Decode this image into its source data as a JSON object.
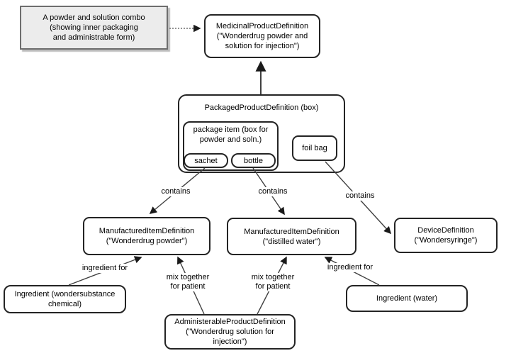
{
  "diagram": {
    "note": {
      "lines": [
        "A powder and solution combo",
        "(showing inner packaging",
        "and administrable form)"
      ]
    },
    "nodes": {
      "medicinal": {
        "lines": [
          "MedicinalProductDefinition",
          "(\"Wonderdrug powder and",
          "solution for injection\")"
        ]
      },
      "packaged": {
        "title": "PackagedProductDefinition (box)"
      },
      "package_item": {
        "lines": [
          "package item (box for",
          "powder and soln.)"
        ]
      },
      "sachet": {
        "label": "sachet"
      },
      "bottle": {
        "label": "bottle"
      },
      "foil_bag": {
        "label": "foil bag"
      },
      "manufactured_powder": {
        "lines": [
          "ManufacturedItemDefinition",
          "(\"Wonderdrug powder\")"
        ]
      },
      "manufactured_water": {
        "lines": [
          "ManufacturedItemDefinition",
          "(\"distilled water\")"
        ]
      },
      "device": {
        "lines": [
          "DeviceDefinition",
          "(\"Wondersyringe\")"
        ]
      },
      "ingredient_chemical": {
        "lines": [
          "Ingredient (wondersubstance",
          "chemical)"
        ]
      },
      "ingredient_water": {
        "label": "Ingredient (water)"
      },
      "administerable": {
        "lines": [
          "AdministerableProductDefinition",
          "(\"Wonderdrug solution for",
          "injection\")"
        ]
      }
    },
    "edge_labels": {
      "contains_sachet": "contains",
      "contains_bottle": "contains",
      "contains_foil_bag": "contains",
      "ingredient_for_powder": "ingredient for",
      "ingredient_for_water": "ingredient for",
      "mix_powder": {
        "lines": [
          "mix together",
          "for patient"
        ]
      },
      "mix_water": {
        "lines": [
          "mix together",
          "for patient"
        ]
      }
    },
    "colors": {
      "background": "#ffffff",
      "node_fill": "#ffffff",
      "node_border": "#242424",
      "note_fill": "#ececec",
      "note_border": "#6e6e6e",
      "edge_line": "#404040",
      "arrowhead": "#1a1a1a",
      "text": "#000000"
    }
  }
}
